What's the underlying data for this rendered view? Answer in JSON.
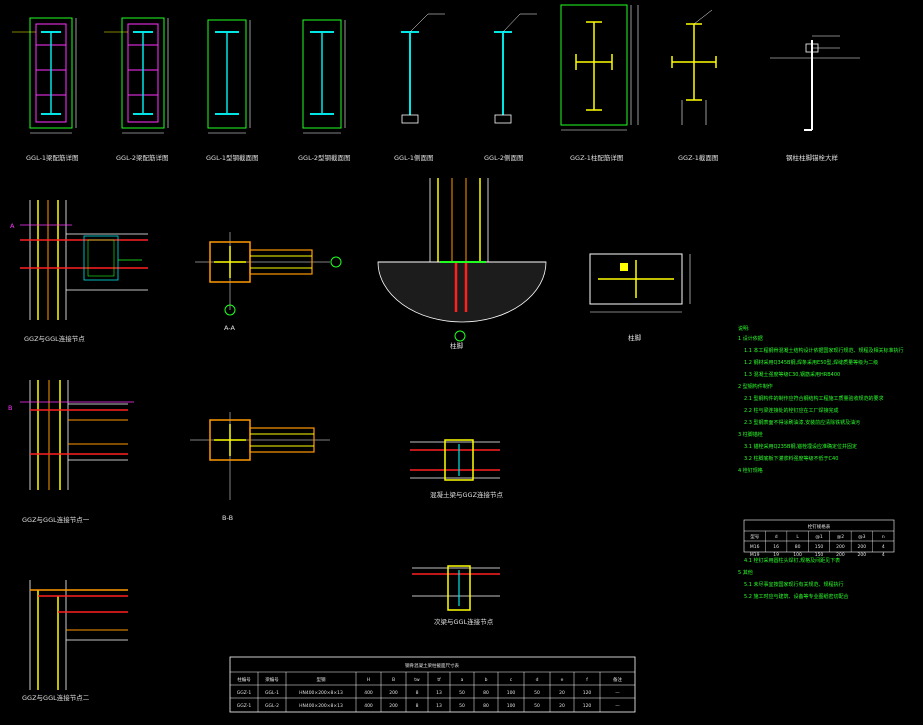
{
  "labels": {
    "d1": "GGL-1梁配筋详图",
    "d2": "GGL-2梁配筋详图",
    "d3": "GGL-1型钢截面图",
    "d4": "GGL-2型钢截面图",
    "d5": "GGL-1侧面图",
    "d6": "GGL-2侧面图",
    "d7": "GGZ-1柱配筋详图",
    "d8": "GGZ-1截面图",
    "d9": "钢柱柱脚锚栓大样",
    "n1": "GGZ与GGL连接节点",
    "n2": "A-A",
    "n3": "柱脚",
    "n4": "GGZ与GGL连接节点一",
    "n5": "B-B",
    "n6": "混凝土梁与GGZ连接节点",
    "n7": "GGZ与GGL连接节点二",
    "n8": "次梁与GGL连接节点",
    "tag_a": "A",
    "tag_b": "B"
  },
  "table": {
    "title": "钢骨混凝土梁柱截面尺寸表",
    "headers": [
      "柱编号",
      "梁编号",
      "型钢",
      "H",
      "B",
      "tw",
      "tf",
      "a",
      "b",
      "c",
      "d",
      "e",
      "f",
      "备注"
    ],
    "rows": [
      [
        "GGZ-1",
        "GGL-1",
        "HN400×200×8×13",
        "400",
        "200",
        "8",
        "13",
        "50",
        "80",
        "100",
        "50",
        "20",
        "120",
        "—"
      ],
      [
        "GGZ-1",
        "GGL-2",
        "HN400×200×8×13",
        "400",
        "200",
        "8",
        "13",
        "50",
        "80",
        "100",
        "50",
        "20",
        "120",
        "—"
      ]
    ]
  },
  "notes": {
    "title": "说明:",
    "lines": [
      "1 设计依据",
      "1.1 本工程钢骨混凝土结构设计依据国家现行规范、规程及相关标准执行",
      "1.2 钢材采用Q345B钢,焊条采用E50型,焊缝质量等级为二级",
      "1.3 混凝土强度等级C30,钢筋采用HRB400",
      "2 型钢构件制作",
      "2.1 型钢构件的制作应符合钢结构工程施工质量验收规范的要求",
      "2.2 柱与梁连接处的栓钉应在工厂焊接完成",
      "2.3 型钢表面不得涂刷油漆,安装前应清除铁锈及油污",
      "3 柱脚锚栓",
      "3.1 锚栓采用Q235B钢,锚栓埋设应准确定位并固定",
      "3.2 柱脚底板下灌浆料强度等级不低于C40",
      "4 栓钉规格",
      "4.1 栓钉采用圆柱头焊钉,规格及间距见下表",
      "5 其他",
      "5.1 未尽事宜按国家现行有关规范、规程执行",
      "5.2 施工时应与建筑、设备等专业图纸密切配合"
    ],
    "stud_table": {
      "title": "栓钉规格表",
      "headers": [
        "型号",
        "d",
        "L",
        "@1",
        "@2",
        "@3",
        "n"
      ],
      "rows": [
        [
          "M16",
          "16",
          "80",
          "150",
          "200",
          "200",
          "4"
        ],
        [
          "M19",
          "19",
          "100",
          "150",
          "200",
          "200",
          "4"
        ]
      ]
    }
  },
  "colors": {
    "background": "#000000",
    "steel_cyan": "#00e5e5",
    "rebar_magenta": "#ff33ff",
    "frame_green": "#20ff20",
    "white": "#ffffff",
    "yellow": "#ffff00",
    "red": "#ff2020",
    "orange": "#ff9900"
  }
}
